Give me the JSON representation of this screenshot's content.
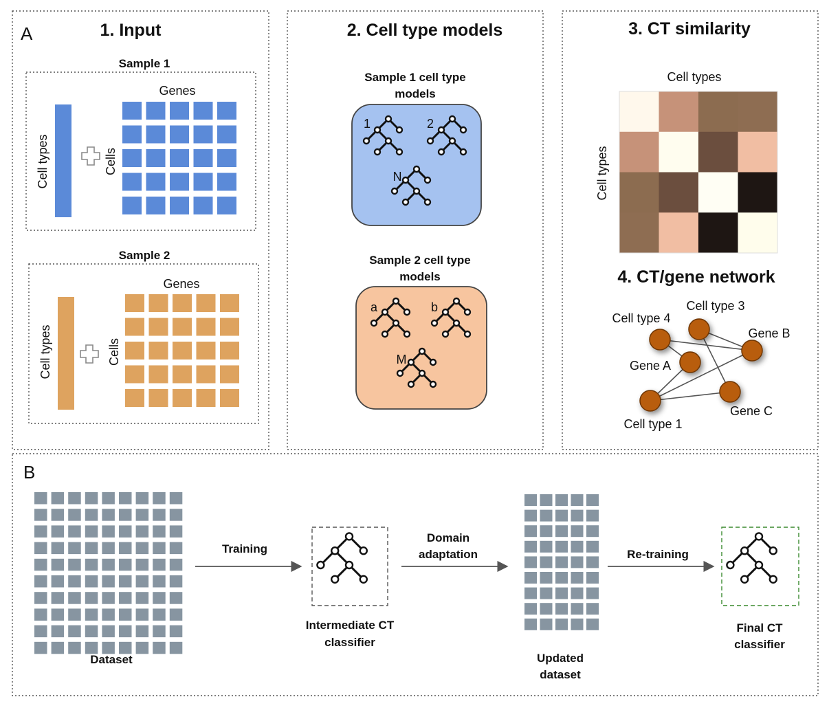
{
  "panel_a": {
    "label": "A",
    "input": {
      "title": "1. Input",
      "sample1": {
        "title": "Sample 1",
        "genes_label": "Genes",
        "cells_label": "Cells",
        "celltypes_label": "Cell types",
        "color": "#5b8ad8"
      },
      "sample2": {
        "title": "Sample 2",
        "genes_label": "Genes",
        "cells_label": "Cells",
        "celltypes_label": "Cell types",
        "color": "#dea35f"
      }
    },
    "models": {
      "title": "2. Cell type models",
      "sample1": {
        "title_line1": "Sample 1 cell type",
        "title_line2": "models",
        "tree_labels": [
          "1",
          "2",
          "N"
        ],
        "fill": "#a5c2f0"
      },
      "sample2": {
        "title_line1": "Sample 2 cell type",
        "title_line2": "models",
        "tree_labels": [
          "a",
          "b",
          "M"
        ],
        "fill": "#f7c59f"
      }
    },
    "similarity": {
      "title": "3. CT similarity",
      "col_label": "Cell types",
      "row_label": "Cell types",
      "matrix_colors": [
        [
          "#fff8ec",
          "#c69279",
          "#8c6c50",
          "#8e6d52"
        ],
        [
          "#c69279",
          "#fffdef",
          "#6b4e3e",
          "#f1bea3"
        ],
        [
          "#8c6c50",
          "#6b4e3e",
          "#fffef4",
          "#1e1613"
        ],
        [
          "#8e6d52",
          "#f1bea3",
          "#1e1613",
          "#fffdec"
        ]
      ]
    },
    "network": {
      "title": "4. CT/gene network",
      "nodes": [
        "Cell type 4",
        "Cell type 3",
        "Gene B",
        "Gene A",
        "Cell type 1",
        "Gene C"
      ],
      "node_color": "#b85d0d"
    }
  },
  "panel_b": {
    "label": "B",
    "dataset_label": "Dataset",
    "training_label": "Training",
    "intermediate_line1": "Intermediate CT",
    "intermediate_line2": "classifier",
    "domain_line1": "Domain",
    "domain_line2": "adaptation",
    "updated_line1": "Updated",
    "updated_line2": "dataset",
    "retraining_label": "Re-training",
    "final_line1": "Final CT",
    "final_line2": "classifier",
    "square_color": "#8795a1",
    "final_box_color": "#3a8a2f"
  }
}
